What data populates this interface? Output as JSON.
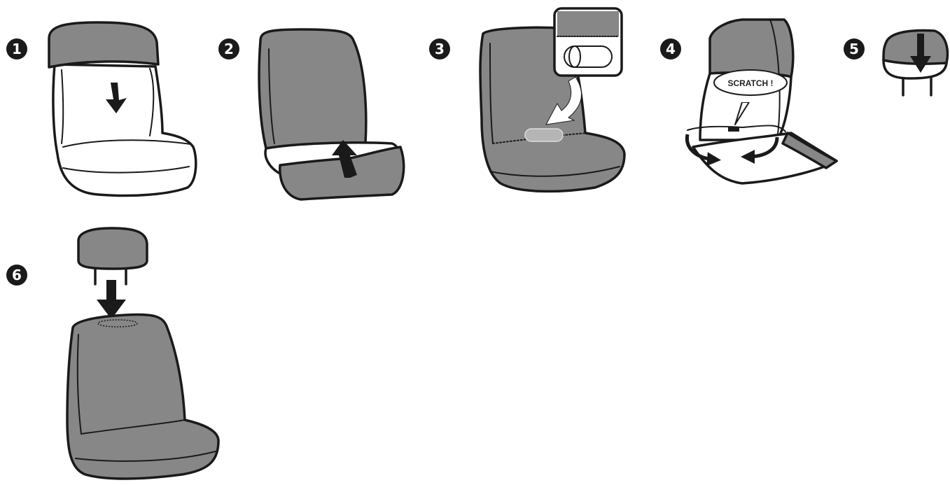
{
  "colors": {
    "fabric": "#878787",
    "outline": "#1a1a1a",
    "badge": "#1a1a1a",
    "white": "#ffffff"
  },
  "steps": [
    {
      "number": "1"
    },
    {
      "number": "2"
    },
    {
      "number": "3"
    },
    {
      "number": "4",
      "callout": "SCRATCH !"
    },
    {
      "number": "5"
    },
    {
      "number": "6"
    }
  ]
}
